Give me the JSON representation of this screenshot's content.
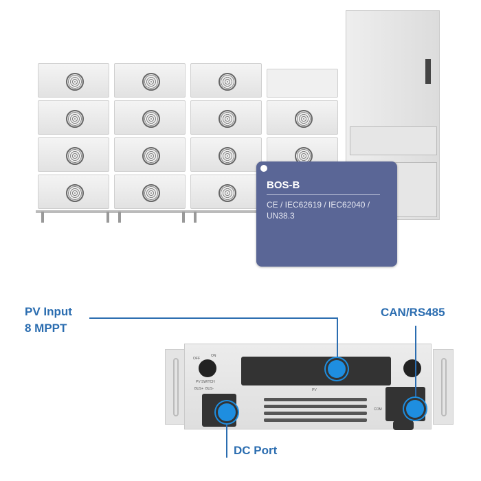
{
  "card": {
    "title": "BOS-B",
    "certifications": "CE / IEC62619 / IEC62040 / UN38.3"
  },
  "callouts": {
    "pv_input": "PV Input",
    "mppt": "8 MPPT",
    "can": "CAN/RS485",
    "dc_port": "DC Port"
  },
  "device_labels": {
    "pv_switch": "PV SWITCH",
    "off": "OFF",
    "on": "ON",
    "bus_plus": "BUS+",
    "bus_minus": "BUS-",
    "pv": "PV",
    "com": "COM"
  },
  "colors": {
    "accent": "#2b6db0",
    "card": "#5a6696",
    "port": "#1e8ee0"
  }
}
